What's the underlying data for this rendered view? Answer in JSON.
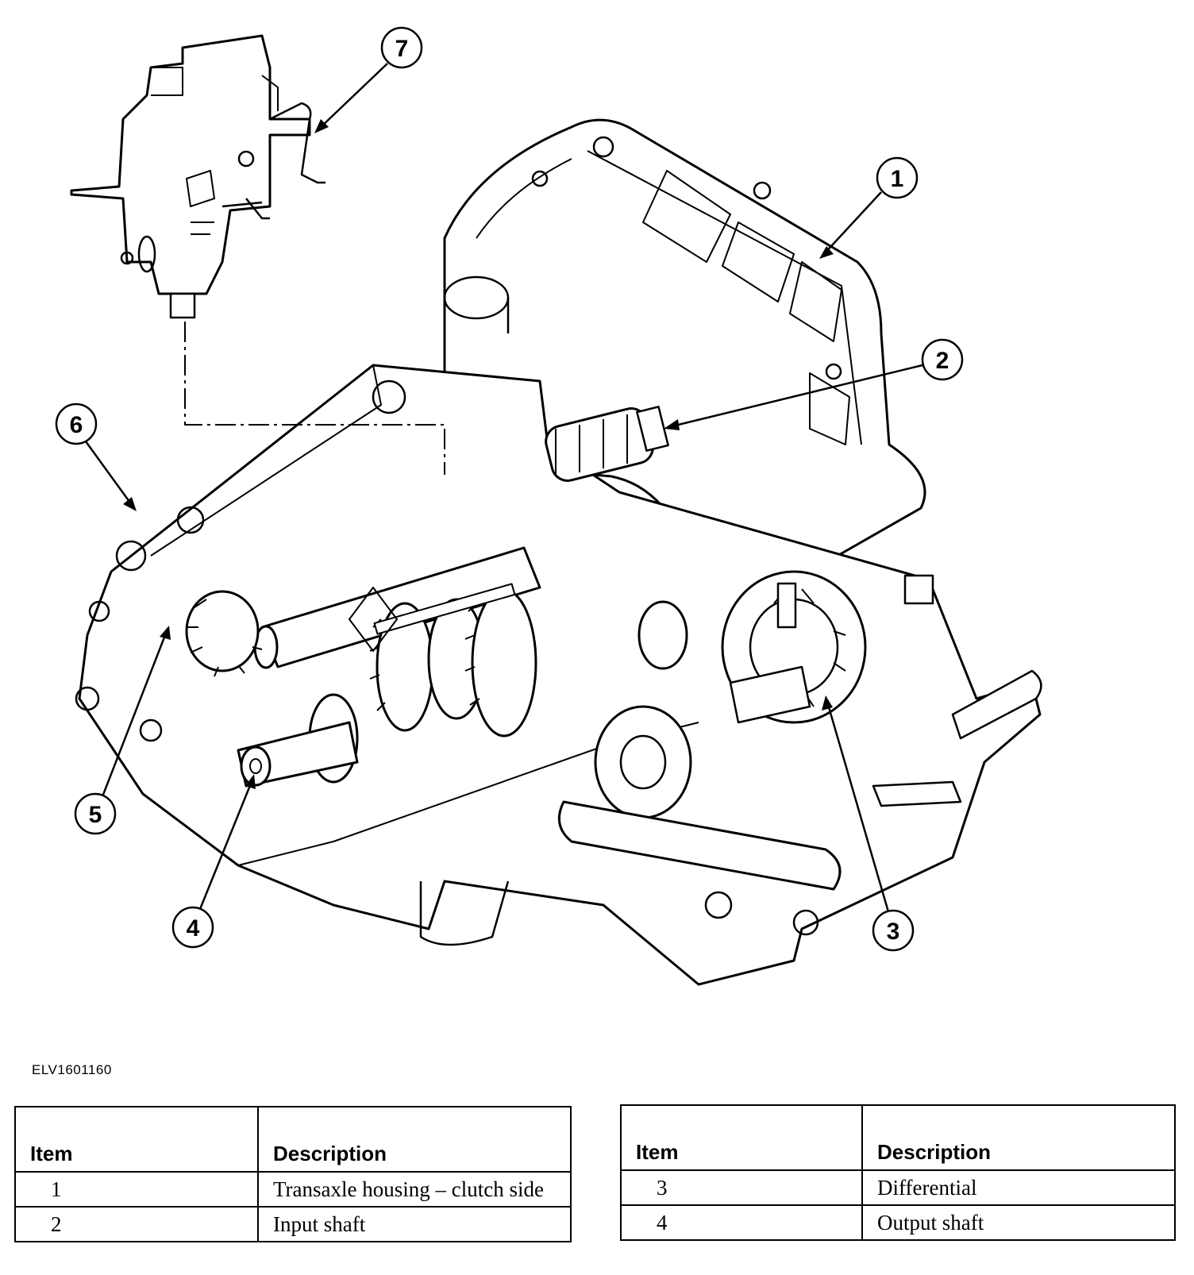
{
  "figure_id": "ELV1601160",
  "callouts": [
    "1",
    "2",
    "3",
    "4",
    "5",
    "6",
    "7"
  ],
  "legend_left": {
    "headers": {
      "item": "Item",
      "description": "Description"
    },
    "rows": [
      {
        "item": "1",
        "description": "Transaxle housing – clutch side"
      },
      {
        "item": "2",
        "description": "Input shaft"
      }
    ]
  },
  "legend_right": {
    "headers": {
      "item": "Item",
      "description": "Description"
    },
    "rows": [
      {
        "item": "3",
        "description": "Differential"
      },
      {
        "item": "4",
        "description": "Output shaft"
      }
    ]
  }
}
